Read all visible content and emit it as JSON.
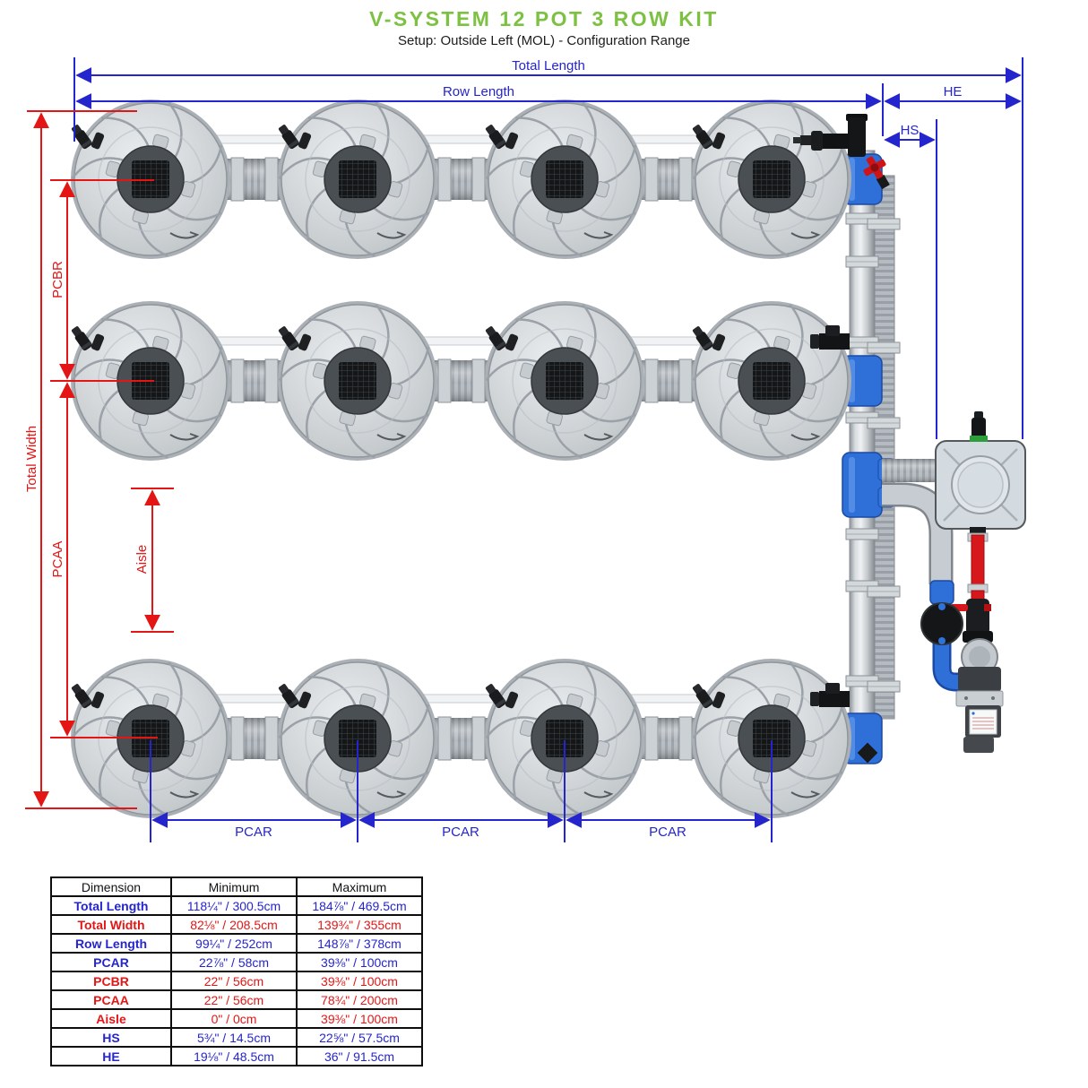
{
  "title": "V-SYSTEM 12 POT 3 ROW KIT",
  "subtitle": "Setup: Outside Left (MOL) - Configuration Range",
  "colors": {
    "accent_green": "#7cc142",
    "dimension_blue": "#2525ce",
    "dimension_red": "#e41515"
  },
  "diagram": {
    "labels": {
      "total_length": "Total Length",
      "row_length": "Row Length",
      "he": "HE",
      "hs": "HS",
      "pcar": "PCAR",
      "pcbr": "PCBR",
      "pcaa": "PCAA",
      "total_width": "Total Width",
      "aisle": "Aisle"
    }
  },
  "table": {
    "headers": [
      "Dimension",
      "Minimum",
      "Maximum"
    ],
    "rows": [
      {
        "dimension": "Total Length",
        "min": "118¼\" / 300.5cm",
        "max": "184⅞\" / 469.5cm"
      },
      {
        "dimension": "Total Width",
        "min": "82⅛\" / 208.5cm",
        "max": "139¾\" / 355cm"
      },
      {
        "dimension": "Row Length",
        "min": "99¼\" / 252cm",
        "max": "148⅞\" / 378cm"
      },
      {
        "dimension": "PCAR",
        "min": "22⅞\" / 58cm",
        "max": "39⅜\" / 100cm"
      },
      {
        "dimension": "PCBR",
        "min": "22\" / 56cm",
        "max": "39⅜\" / 100cm"
      },
      {
        "dimension": "PCAA",
        "min": "22\" / 56cm",
        "max": "78¾\" / 200cm"
      },
      {
        "dimension": "Aisle",
        "min": "0\" / 0cm",
        "max": "39⅜\" / 100cm"
      },
      {
        "dimension": "HS",
        "min": "5¾\" / 14.5cm",
        "max": "22⅝\" / 57.5cm"
      },
      {
        "dimension": "HE",
        "min": "19⅛\" / 48.5cm",
        "max": "36\" / 91.5cm"
      }
    ]
  }
}
